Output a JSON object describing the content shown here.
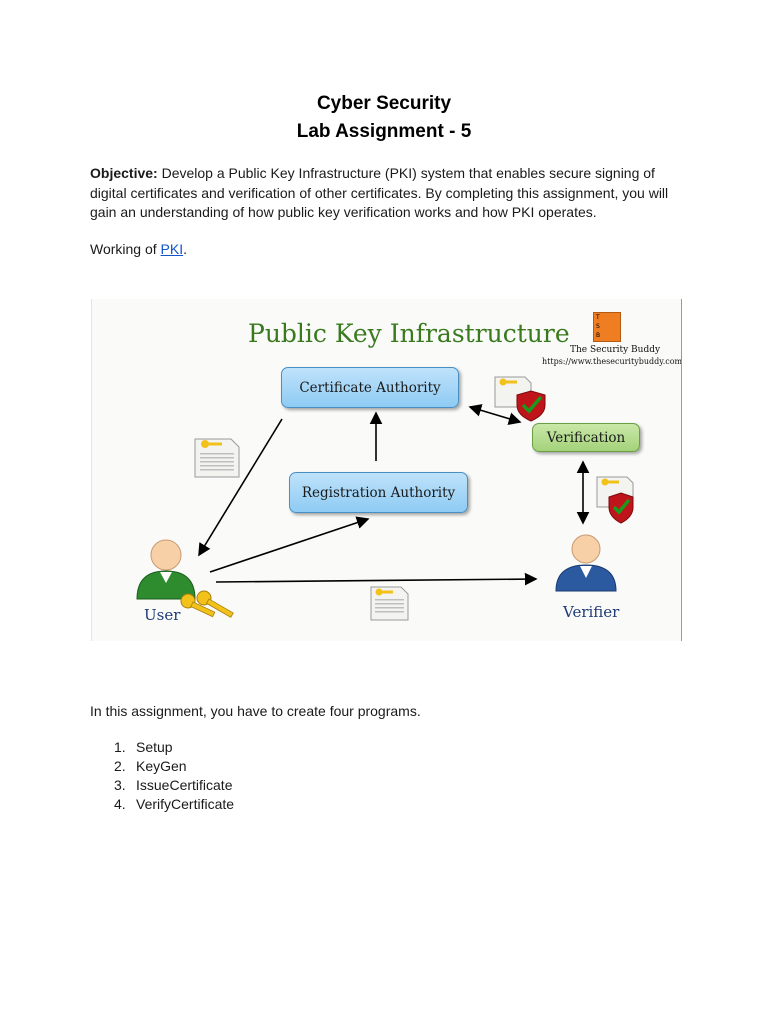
{
  "header": {
    "title_line1": "Cyber Security",
    "title_line2": "Lab Assignment - 5"
  },
  "objective": {
    "label": "Objective:",
    "text": " Develop a Public Key Infrastructure (PKI) system that enables secure signing of digital certificates and verification of other certificates. By completing this assignment, you will gain an understanding of how public key verification works and how PKI operates."
  },
  "working": {
    "prefix": "Working of ",
    "link": "PKI",
    "suffix": "."
  },
  "figure": {
    "title": "Public Key Infrastructure",
    "brand_logo_letters": [
      "T",
      "S",
      "B"
    ],
    "brand_name": "The Security Buddy",
    "brand_url": "https://www.thesecuritybuddy.com/",
    "certificate_authority": "Certificate Authority",
    "registration_authority": "Registration Authority",
    "verification": "Verification",
    "user": "User",
    "verifier": "Verifier",
    "colors": {
      "title_green": "#3a7a1f",
      "box_blue": "#a7d6f7",
      "box_green": "#b3dc8c",
      "user_shirt": "#2e8b2e",
      "verifier_shirt": "#2c5aa0",
      "key_gold": "#f2c21b",
      "shield_red": "#c0141b",
      "check_green": "#1a9a1a"
    }
  },
  "intro": "In this assignment, you have to create four programs.",
  "programs": [
    {
      "num": "1.",
      "label": "Setup"
    },
    {
      "num": "2.",
      "label": "KeyGen"
    },
    {
      "num": "3.",
      "label": "IssueCertificate"
    },
    {
      "num": "4.",
      "label": "VerifyCertificate"
    }
  ]
}
